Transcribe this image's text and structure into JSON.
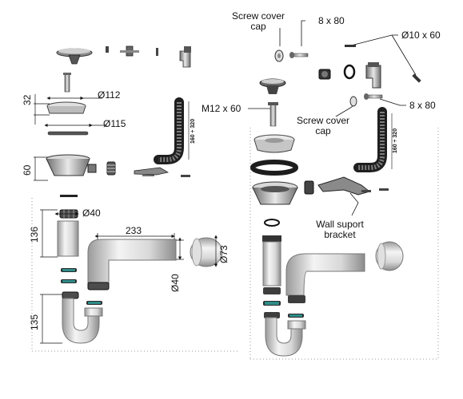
{
  "labels": {
    "screw_cover_cap_top": "Screw cover\ncap",
    "screw_8x80_top": "8 x 80",
    "diam_10x60": "Ø10 x 60",
    "m12x60": "M12 x 60",
    "screw_8x80_mid": "8 x 80",
    "screw_cover_cap_mid": "Screw cover\ncap",
    "wall_support_bracket": "Wall suport\nbracket"
  },
  "dimensions": {
    "d112": "Ø112",
    "d115": "Ø115",
    "h32": "32",
    "h60": "60",
    "d40_top": "Ø40",
    "h136": "136",
    "len233": "233",
    "d73": "Ø73",
    "d40_side": "Ø40",
    "h135": "135",
    "range_left": "160 ÷ 320",
    "range_right": "160 ÷ 320"
  }
}
